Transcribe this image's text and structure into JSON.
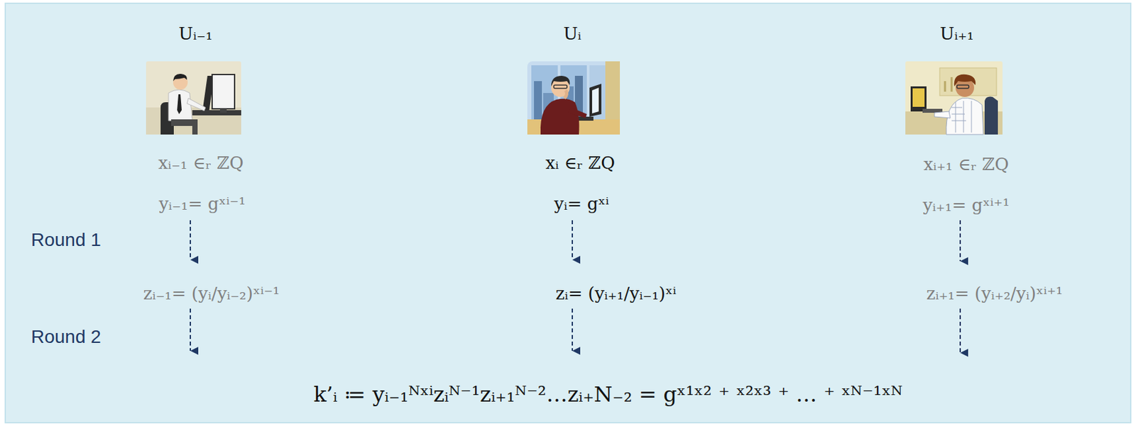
{
  "diagram": {
    "labels": [
      "Uᵢ₋₁",
      "Uᵢ",
      "Uᵢ₊₁",
      "xᵢ₋₁ ∈ᵣ ℤQ",
      "xᵢ ∈ᵣ ℤQ",
      "xᵢ₊₁ ∈ᵣ ℤQ",
      "yᵢ₋₁= gˣⁱ⁻¹",
      "yᵢ= gˣⁱ",
      "yᵢ₊₁= gˣⁱ⁺¹",
      "Round 1",
      "zᵢ₋₁= (yᵢ/yᵢ₋₂)ˣⁱ⁻¹",
      "zᵢ= (yᵢ₊₁/yᵢ₋₁)ˣⁱ",
      "zᵢ₊₁= (yᵢ₊₂/yᵢ)ˣⁱ⁺¹",
      "Round 2",
      "k’ᵢ ≔ yᵢ₋₁ᴺˣⁱzᵢᴺ⁻¹zᵢ₊₁ᴺ⁻²…zᵢ₊N₋₂ = gˣ¹ˣ² ⁺ ˣ²ˣ³ ⁺ … ⁺ ˣᴺ⁻¹ˣᴺ"
    ]
  }
}
